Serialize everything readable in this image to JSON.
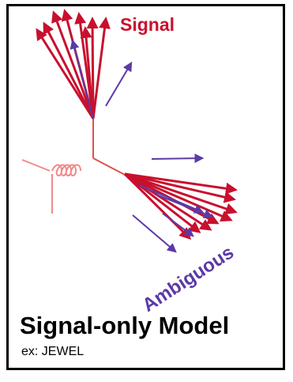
{
  "labels": {
    "signal": "Signal",
    "ambiguous": "Ambiguous"
  },
  "title": "Signal-only Model",
  "subtitle": "ex: JEWEL",
  "colors": {
    "signal_red": "#c8102e",
    "ambiguous_purple": "#5b3aa6",
    "incoming_pink": "#f08a8a",
    "frame": "#000000"
  }
}
